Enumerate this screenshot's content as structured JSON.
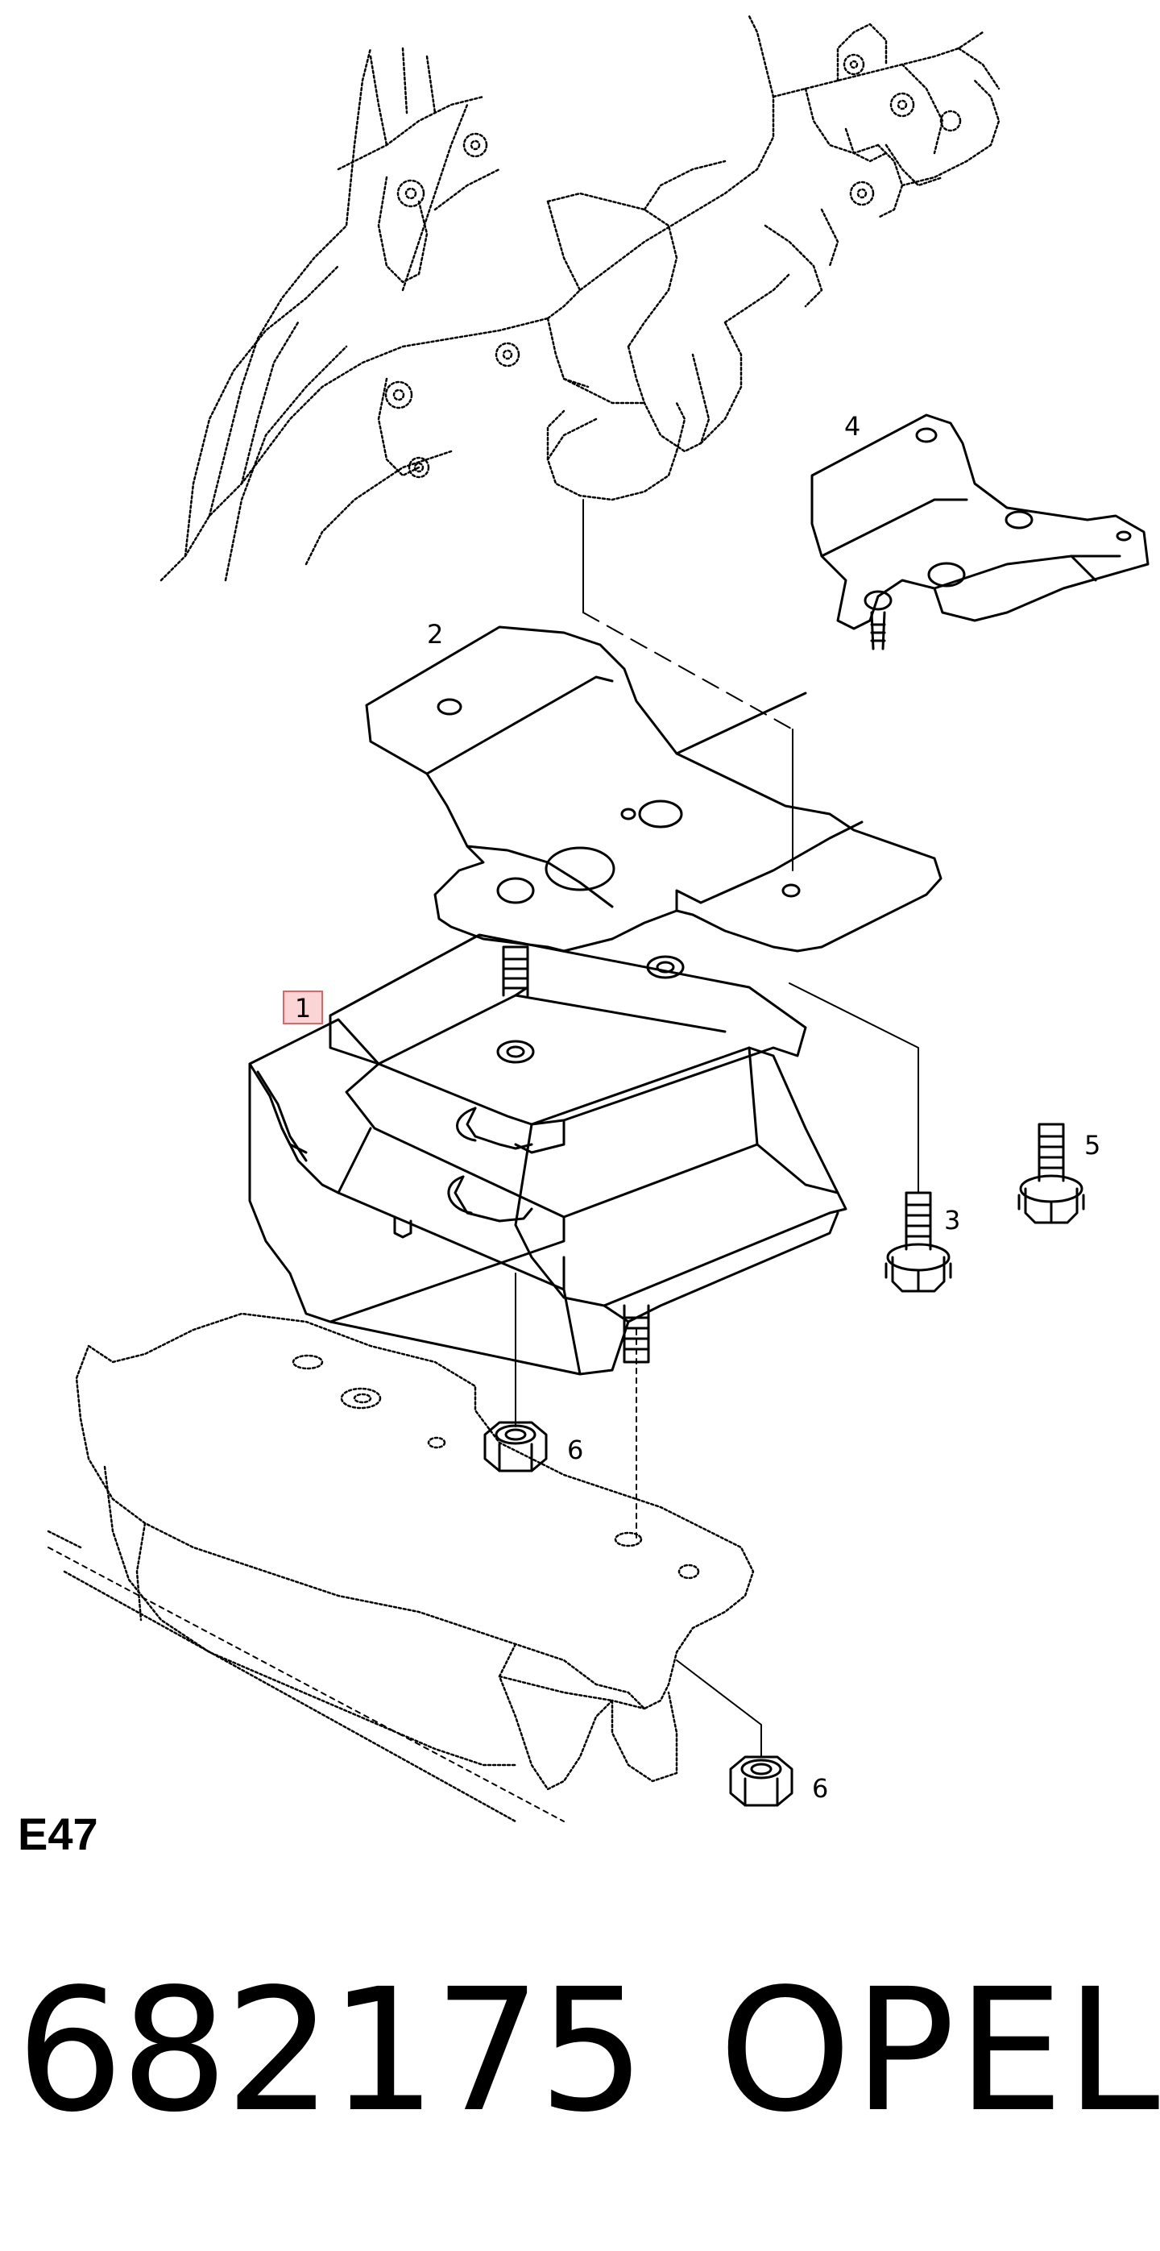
{
  "labels": {
    "part_1": "1",
    "part_2": "2",
    "part_3": "3",
    "part_4": "4",
    "part_5": "5",
    "part_6_upper": "6",
    "part_6_lower": "6"
  },
  "section_code": "E47",
  "footer": {
    "part_number": "682175",
    "brand": "OPEL"
  },
  "colors": {
    "line": "#000000",
    "highlight_fill": "#fbd5d5",
    "highlight_stroke": "#e06464"
  }
}
